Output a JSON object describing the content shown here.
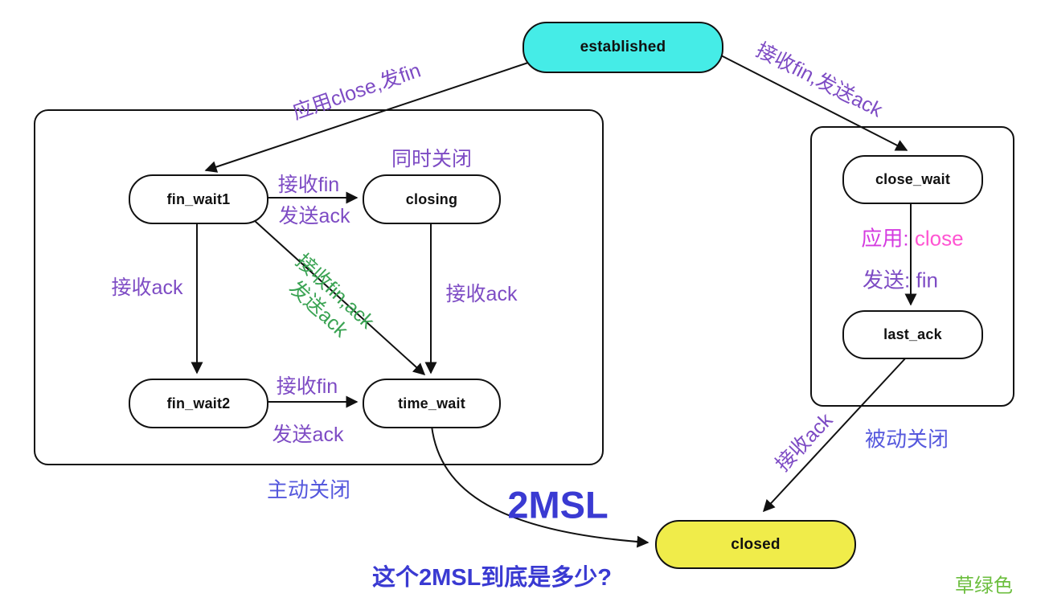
{
  "diagram_title": "tcp-connection-close-state-diagram",
  "states": {
    "established": {
      "label": "established",
      "fill": "#45ece7"
    },
    "fin_wait1": {
      "label": "fin_wait1",
      "fill": "#ffffff"
    },
    "closing": {
      "label": "closing",
      "fill": "#ffffff"
    },
    "fin_wait2": {
      "label": "fin_wait2",
      "fill": "#ffffff"
    },
    "time_wait": {
      "label": "time_wait",
      "fill": "#ffffff"
    },
    "close_wait": {
      "label": "close_wait",
      "fill": "#ffffff"
    },
    "last_ack": {
      "label": "last_ack",
      "fill": "#ffffff"
    },
    "closed": {
      "label": "closed",
      "fill": "#f0ec4a"
    }
  },
  "labels": {
    "app_close_send_fin": "应用close,发fin",
    "recv_fin_send_ack_diag": "接收fin,发送ack",
    "simultaneous_close": "同时关闭",
    "recv_fin_1": "接收fin",
    "send_ack_1": "发送ack",
    "recv_ack_left": "接收ack",
    "recv_ack_right": "接收ack",
    "recv_fin_ack_line1": "接收fin,ack",
    "recv_fin_ack_line2": "发送ack",
    "recv_fin_2": "接收fin",
    "send_ack_2": "发送ack",
    "app_prefix": "应用:",
    "app_value": " close",
    "send_prefix": "发送:",
    "send_value": " fin",
    "recv_ack_diag": "接收ack"
  },
  "annotations": {
    "active_close": "主动关闭",
    "passive_close": "被动关闭",
    "two_msl": "2MSL",
    "question": "这个2MSL到底是多少?",
    "grass_green": "草绿色"
  },
  "colors": {
    "state_established_fill": "#45ece7",
    "state_closed_fill": "#f0ec4a",
    "edge_label_purple": "#7d4bc4",
    "edge_label_green": "#3aa353",
    "annotation_blue": "#5558dd",
    "msl_blue": "#3a3ad2",
    "app_magenta": "#d43be0",
    "close_pink": "#ff55d2",
    "grass_green": "#6cbe3e",
    "stroke": "#111111"
  }
}
